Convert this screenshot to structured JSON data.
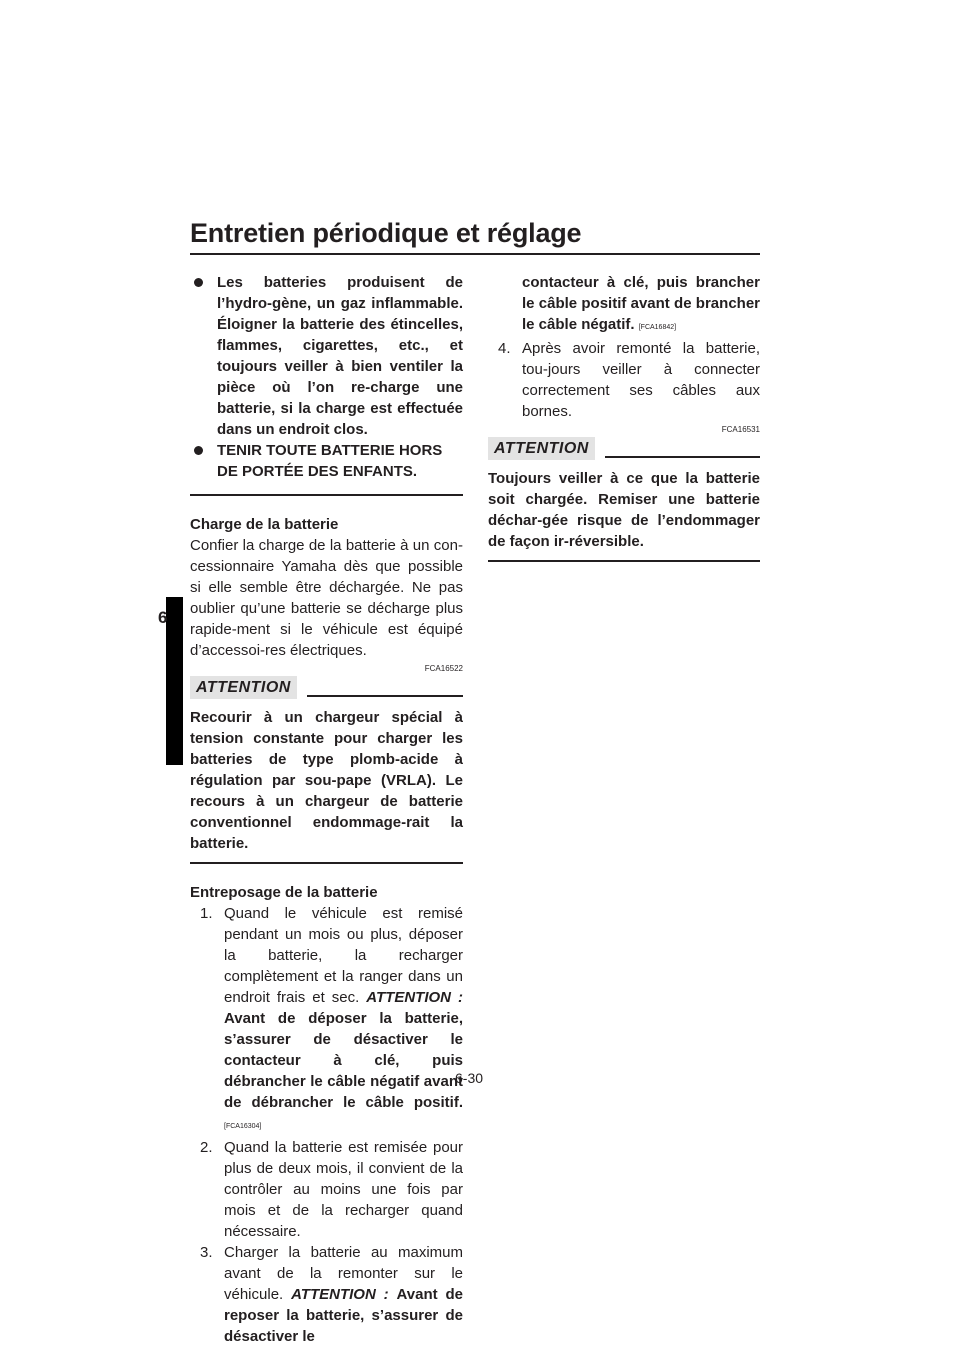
{
  "header": {
    "title": "Entretien périodique et réglage"
  },
  "side_tab": {
    "chapter": "6"
  },
  "warnings": [
    "Les batteries produisent de l’hydro-gène, un gaz inflammable. Éloigner la batterie des étincelles, flammes, cigarettes, etc., et toujours veiller à bien ventiler la pièce où l’on re-charge une batterie, si la charge est effectuée dans un endroit clos.",
    "TENIR TOUTE BATTERIE HORS DE PORTÉE DES ENFANTS."
  ],
  "charge": {
    "heading": "Charge de la batterie",
    "body": "Confier la charge de la batterie à un con-cessionnaire Yamaha dès que possible si elle semble être déchargée. Ne pas oublier qu’une batterie se décharge plus rapide-ment si le véhicule est équipé d’accessoi-res électriques.",
    "notice_code": "FCA16522",
    "attention_label": "ATTENTION",
    "notice_text": "Recourir à un chargeur spécial à tension constante pour charger les batteries de type plomb-acide à régulation par sou-pape (VRLA). Le recours à un chargeur de batterie conventionnel endommage-rait la batterie."
  },
  "storage": {
    "heading": "Entreposage de la batterie",
    "steps": [
      {
        "num": "1.",
        "text": "Quand le véhicule est remisé pendant un mois ou plus, déposer la batterie, la recharger complètement et la ranger dans un endroit frais et sec.",
        "caution_label": "ATTENTION :",
        "caution_text": "Avant de déposer la batterie, s’assurer de désactiver le contacteur à clé, puis débrancher le câble négatif avant de débrancher le câble positif.",
        "ref": "[FCA16304]"
      },
      {
        "num": "2.",
        "text": "Quand la batterie est remisée pour plus de deux mois, il convient de la contrôler au moins une fois par mois et de la recharger quand nécessaire."
      },
      {
        "num": "3.",
        "text": "Charger la batterie au maximum avant de la remonter sur le véhicule.",
        "caution_label": "ATTENTION :",
        "caution_text_left": "Avant de reposer la batterie, s’assurer de désactiver le",
        "caution_text_right": "contacteur à clé, puis brancher le câble positif avant de brancher le câble négatif.",
        "ref": "[FCA16842]"
      },
      {
        "num": "4.",
        "text": "Après avoir remonté la batterie, tou-jours veiller à connecter correctement ses câbles aux bornes."
      }
    ]
  },
  "notice2": {
    "code": "FCA16531",
    "attention_label": "ATTENTION",
    "text": "Toujours veiller à ce que la batterie soit chargée. Remiser une batterie déchar-gée risque de l’endommager de façon ir-réversible."
  },
  "footer": {
    "page_number": "6-30"
  }
}
